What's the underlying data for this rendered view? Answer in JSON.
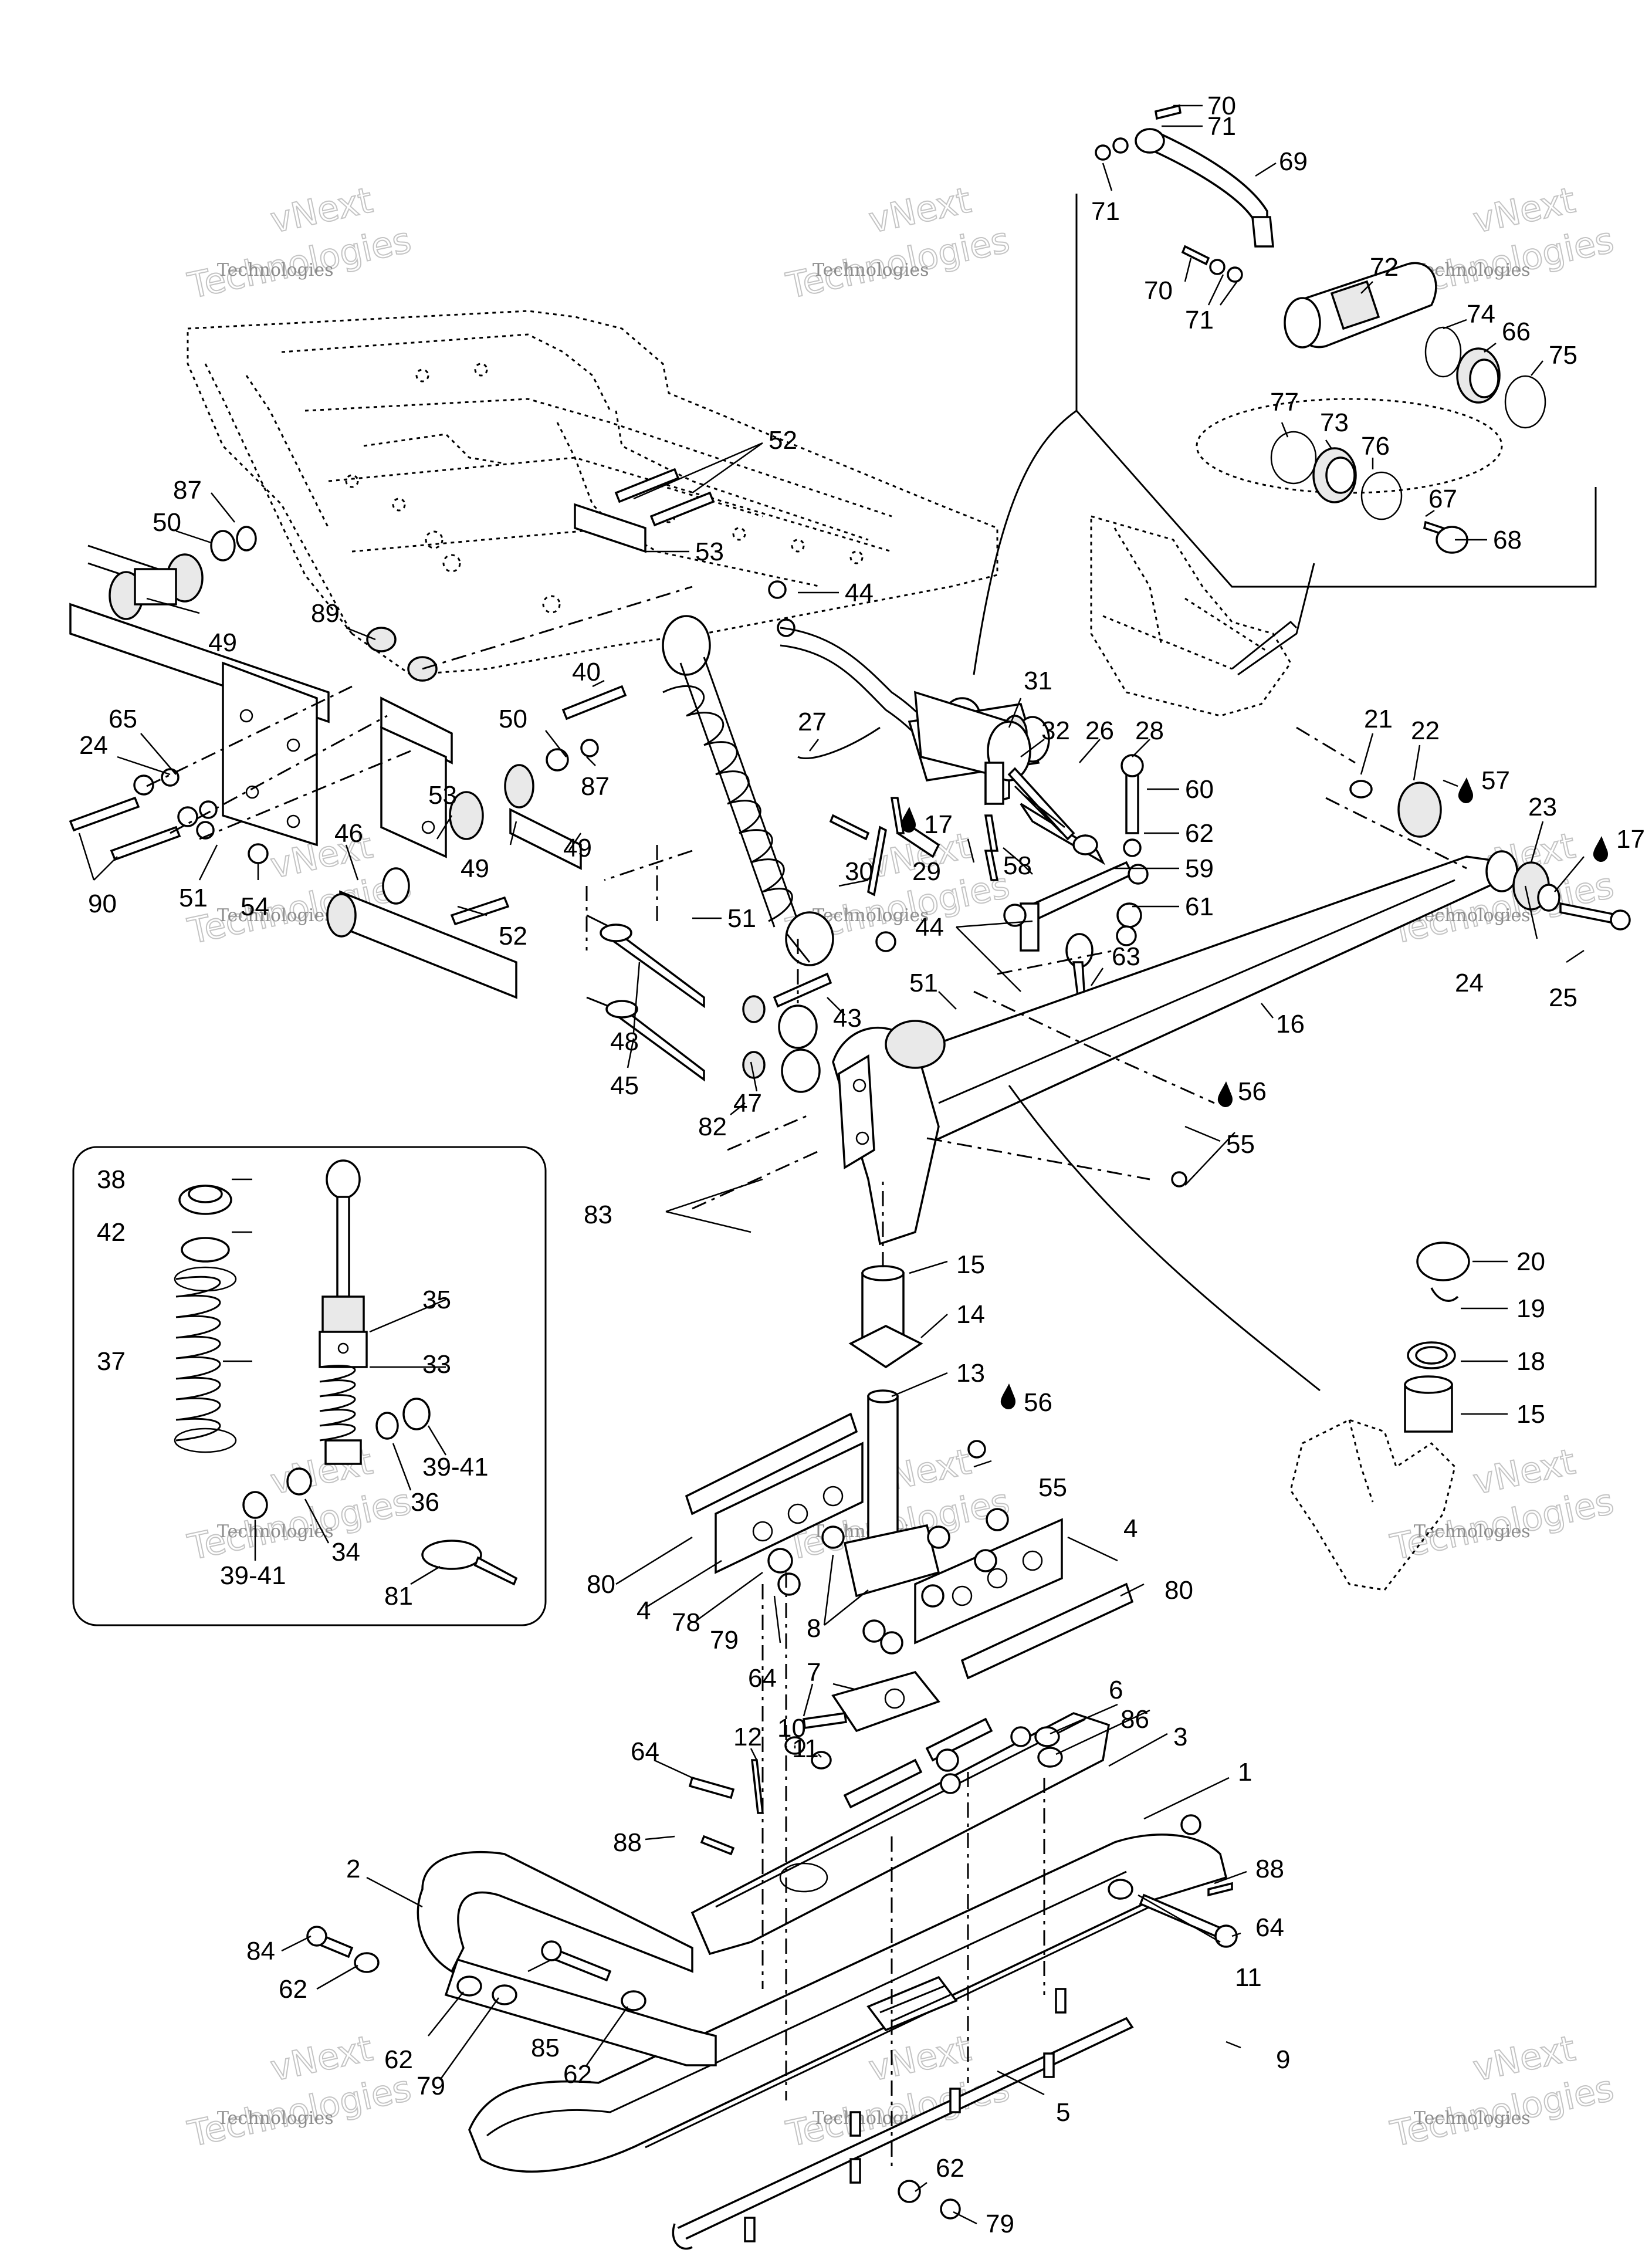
{
  "watermark": {
    "line1": "vNext",
    "line2": "Technologies",
    "line3": "Technologies"
  },
  "callouts": [
    "70",
    "71",
    "69",
    "71",
    "70",
    "71",
    "72",
    "74",
    "66",
    "75",
    "77",
    "73",
    "76",
    "67",
    "68",
    "52",
    "53",
    "87",
    "50",
    "49",
    "89",
    "44",
    "40",
    "31",
    "27",
    "32",
    "26",
    "28",
    "60",
    "62",
    "59",
    "61",
    "21",
    "22",
    "57",
    "23",
    "17",
    "65",
    "24",
    "90",
    "51",
    "54",
    "46",
    "50",
    "87",
    "53",
    "49",
    "49",
    "52",
    "17",
    "29",
    "30",
    "58",
    "51",
    "44",
    "63",
    "43",
    "51",
    "48",
    "45",
    "47",
    "82",
    "16",
    "56",
    "55",
    "83",
    "24",
    "25",
    "38",
    "42",
    "37",
    "35",
    "33",
    "39-41",
    "36",
    "34",
    "39-41",
    "81",
    "15",
    "14",
    "13",
    "56",
    "55",
    "20",
    "19",
    "18",
    "15",
    "80",
    "4",
    "78",
    "79",
    "8",
    "4",
    "80",
    "7",
    "64",
    "12",
    "10",
    "11",
    "6",
    "86",
    "3",
    "1",
    "64",
    "88",
    "88",
    "64",
    "11",
    "2",
    "9",
    "84",
    "62",
    "85",
    "62",
    "62",
    "79",
    "62",
    "5",
    "62",
    "79"
  ]
}
